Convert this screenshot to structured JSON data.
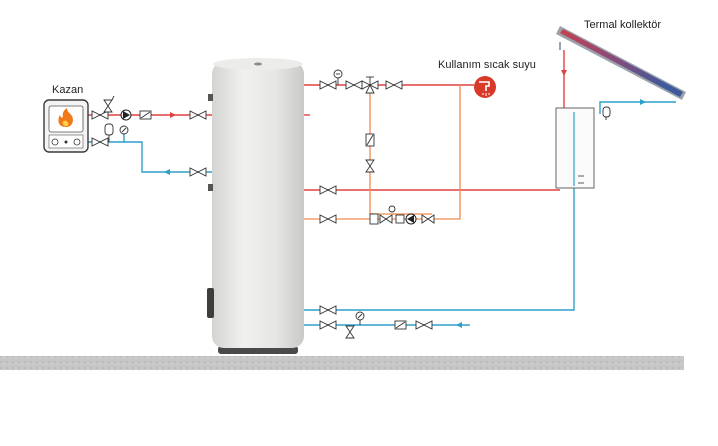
{
  "labels": {
    "boiler": "Kazan",
    "hot_water": "Kullanım sıcak suyu",
    "collector": "Termal kollektör"
  },
  "colors": {
    "hot_pipe": "#e0403f",
    "cold_pipe": "#2f9fc8",
    "solar_pipe": "#f08a4b",
    "ground": "#c4c4c4",
    "tank": "#e6e6e4",
    "collector_frame": "#9aa3ab",
    "boiler_flame": "#f07a1a",
    "hot_water_icon": "#d83a2a"
  },
  "icons": {
    "boiler": "flame-icon",
    "hot_water": "shower-icon",
    "pump": "pump-icon",
    "valve": "valve-icon",
    "thermometer": "thermometer-icon",
    "pressure_gauge": "gauge-icon",
    "expansion_vessel": "expansion-vessel-icon"
  }
}
